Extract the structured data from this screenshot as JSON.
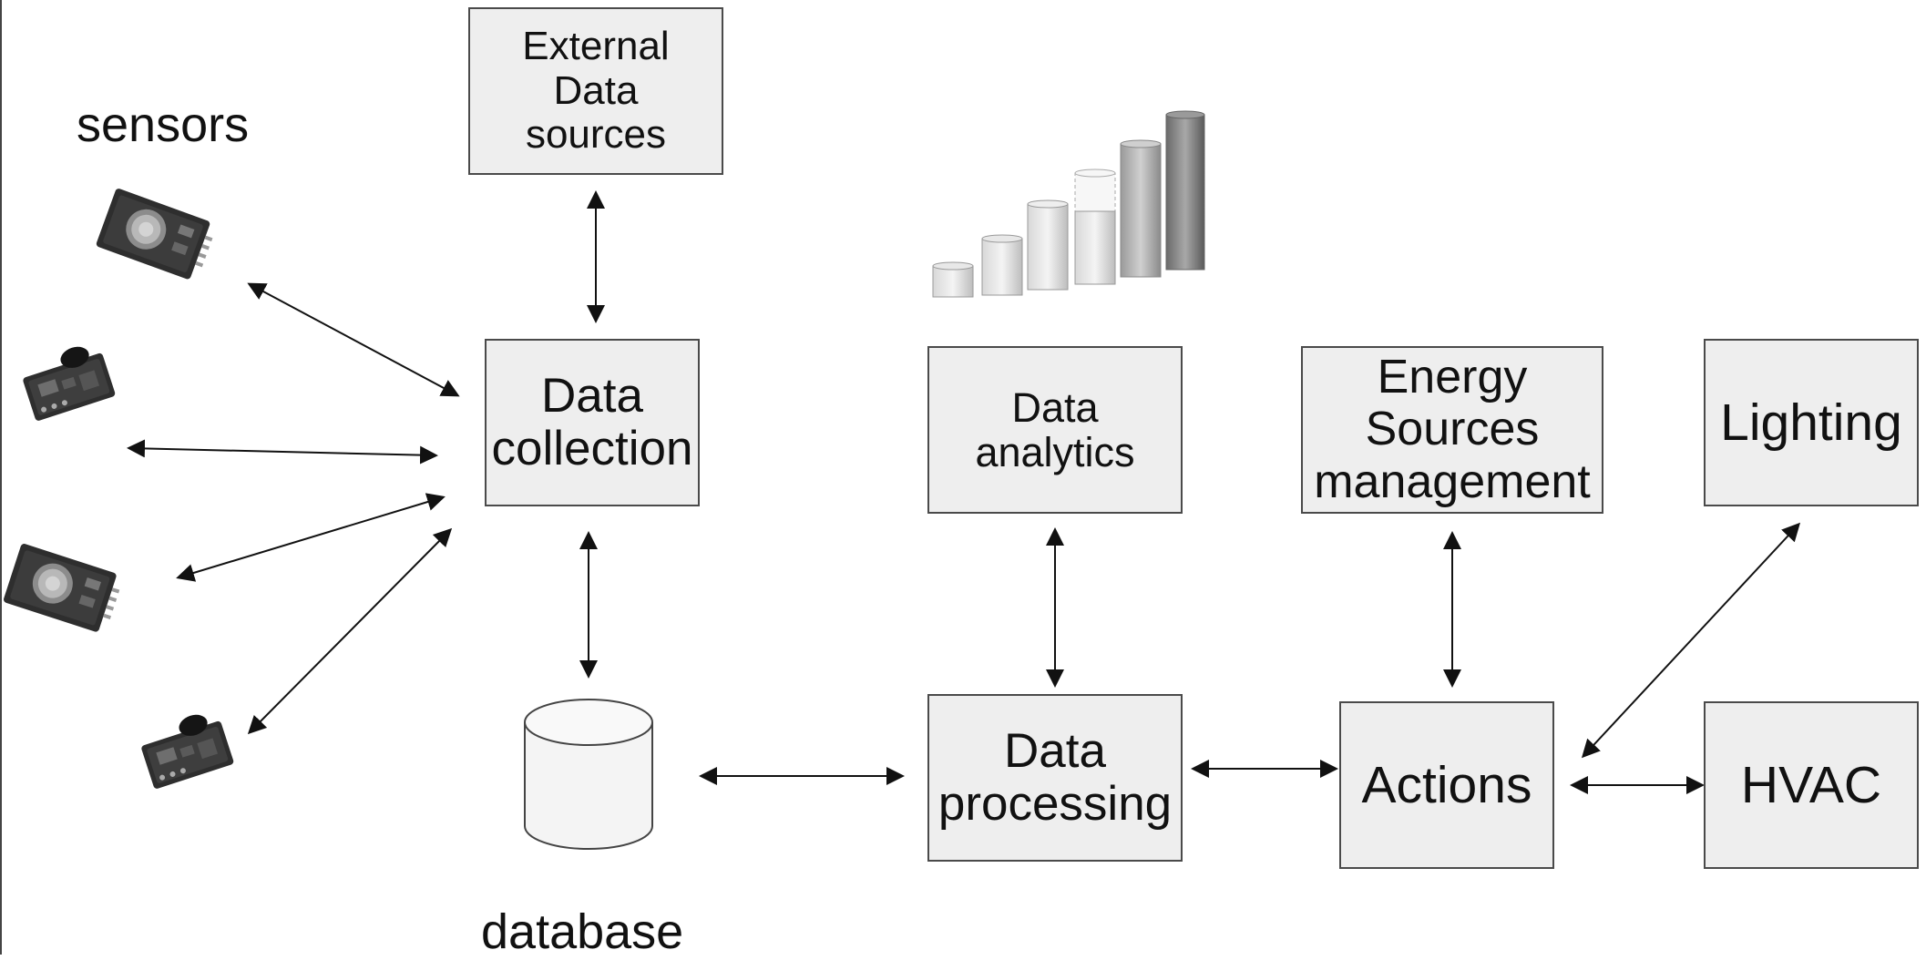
{
  "nodes": {
    "external_data": "External\nData\nsources",
    "data_collection": "Data\ncollection",
    "data_analytics": "Data\nanalytics",
    "energy_sources": "Energy\nSources\nmanagement",
    "lighting": "Lighting",
    "data_processing": "Data\nprocessing",
    "actions": "Actions",
    "hvac": "HVAC"
  },
  "labels": {
    "sensors": "sensors",
    "database": "database"
  },
  "edges": [
    [
      "external_data",
      "data_collection"
    ],
    [
      "sensor_1",
      "data_collection"
    ],
    [
      "sensor_2",
      "data_collection"
    ],
    [
      "sensor_3",
      "data_collection"
    ],
    [
      "sensor_4",
      "data_collection"
    ],
    [
      "data_collection",
      "database"
    ],
    [
      "database",
      "data_processing"
    ],
    [
      "data_analytics",
      "data_processing"
    ],
    [
      "data_processing",
      "actions"
    ],
    [
      "energy_sources",
      "actions"
    ],
    [
      "lighting",
      "actions"
    ],
    [
      "actions",
      "hvac"
    ]
  ],
  "colors": {
    "box_fill": "#eeeeee",
    "box_border": "#4a4a4a",
    "arrow": "#111111"
  },
  "icons": [
    "sensor-board-icon",
    "database-cylinder-icon",
    "bar-chart-icon"
  ]
}
